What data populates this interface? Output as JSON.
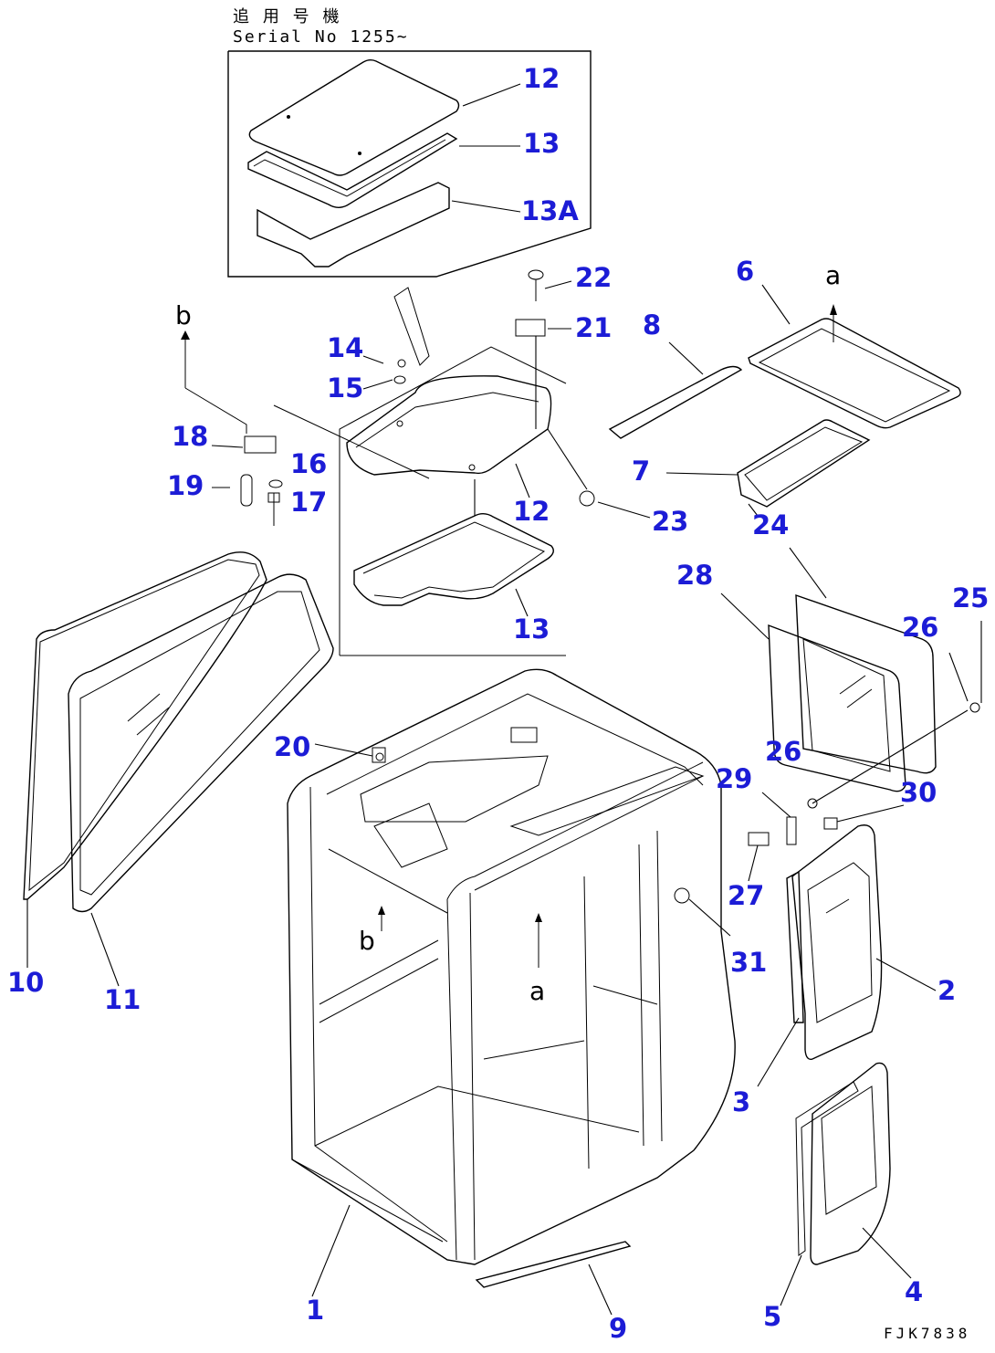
{
  "header": {
    "note_line1": "追 用 号 機",
    "note_line2": "Serial No 1255~"
  },
  "drawing_code": "FJK7838",
  "view_marks": [
    "a",
    "b"
  ],
  "callouts": {
    "c1": "1",
    "c2": "2",
    "c3": "3",
    "c4": "4",
    "c5": "5",
    "c6": "6",
    "c7": "7",
    "c8": "8",
    "c9": "9",
    "c10": "10",
    "c11": "11",
    "c12_inset": "12",
    "c13_inset": "13",
    "c13a": "13A",
    "c12": "12",
    "c13": "13",
    "c14": "14",
    "c15": "15",
    "c16": "16",
    "c17": "17",
    "c18": "18",
    "c19": "19",
    "c20": "20",
    "c21": "21",
    "c22": "22",
    "c23": "23",
    "c24": "24",
    "c25": "25",
    "c26a": "26",
    "c26b": "26",
    "c27": "27",
    "c28": "28",
    "c29": "29",
    "c30": "30",
    "c31": "31"
  },
  "colors": {
    "callout": "#1c1cd6",
    "linework": "#000000",
    "background": "#ffffff"
  }
}
